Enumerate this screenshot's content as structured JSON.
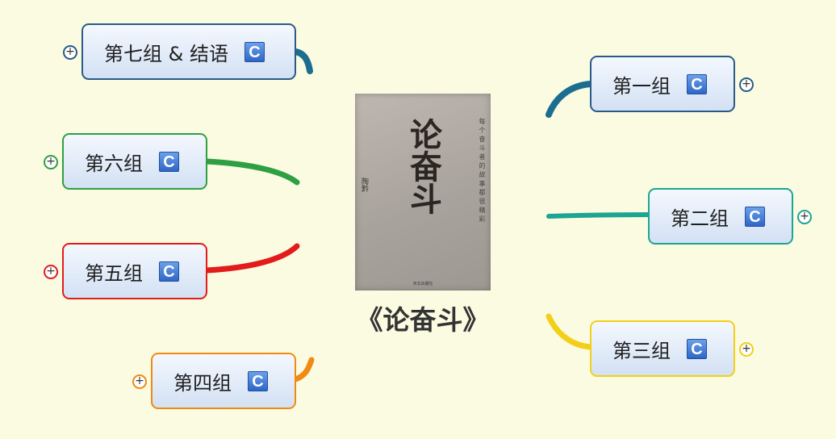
{
  "central_topic": {
    "title": "《论奋斗》",
    "cover": {
      "title": "论奋斗",
      "author": "陶黔",
      "tagline": "每个奋斗者的故事都很精彩",
      "publisher": "河北出版社"
    }
  },
  "topic_icon": "C",
  "topics": [
    {
      "label": "第七组 & 结语",
      "color": "#1b6e8f"
    },
    {
      "label": "第六组",
      "color": "#2ea043"
    },
    {
      "label": "第五组",
      "color": "#e31b1b"
    },
    {
      "label": "第四组",
      "color": "#f08a12"
    },
    {
      "label": "第一组",
      "color": "#1b6e8f"
    },
    {
      "label": "第二组",
      "color": "#1ca592"
    },
    {
      "label": "第三组",
      "color": "#f2cf18"
    }
  ],
  "expander_symbol": "+",
  "background_color": "#fbfbe2"
}
